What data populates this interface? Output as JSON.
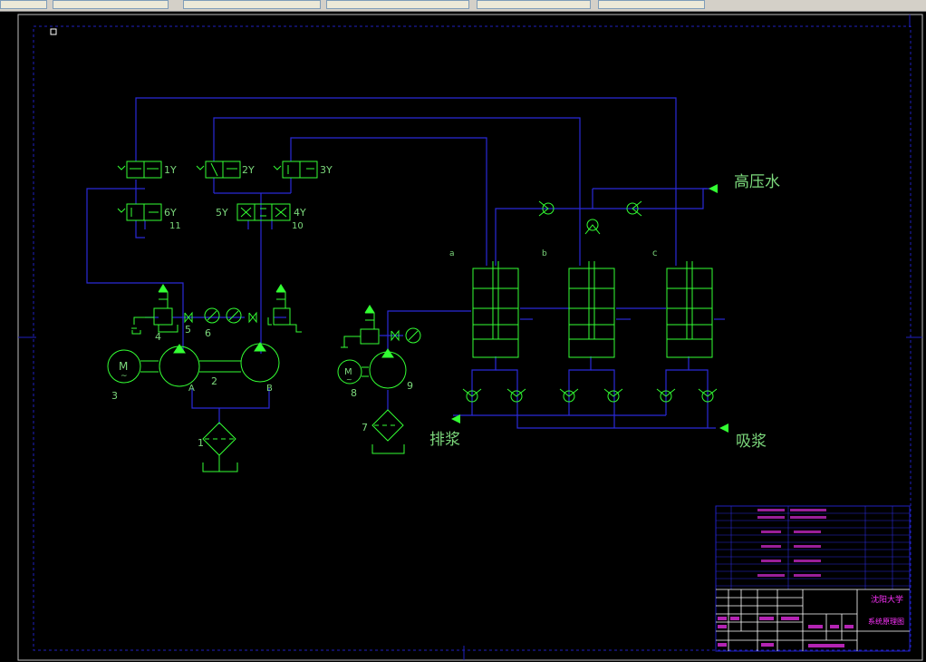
{
  "window": {
    "tabs": [
      "",
      "",
      "",
      "",
      "",
      ""
    ]
  },
  "components": {
    "valve_1y": "1Y",
    "valve_2y": "2Y",
    "valve_3y": "3Y",
    "valve_6y": "6Y",
    "valve_5y": "5Y",
    "valve_4y": "4Y",
    "num_11": "11",
    "num_10": "10",
    "num_1": "1",
    "num_2": "2",
    "num_3": "3",
    "num_4": "4",
    "num_5": "5",
    "num_6": "6",
    "num_7": "7",
    "num_8": "8",
    "num_9": "9",
    "pump_a": "A",
    "pump_b": "B",
    "cyl_a": "a",
    "cyl_b": "b",
    "cyl_c": "c",
    "motor_m": "M",
    "motor_tilde": "~"
  },
  "labels": {
    "high_pressure_water": "高压水",
    "discharge_slurry": "排浆",
    "suction_slurry": "吸浆"
  },
  "title_block": {
    "school": "沈阳大学",
    "drawing_name": "系统原理图"
  },
  "colors": {
    "background": "#000000",
    "pipe": "#2a2ad8",
    "symbol": "#33ff33",
    "label_green": "#7cd87c",
    "frame": "#2020c0",
    "title_text": "#ff33ff"
  }
}
